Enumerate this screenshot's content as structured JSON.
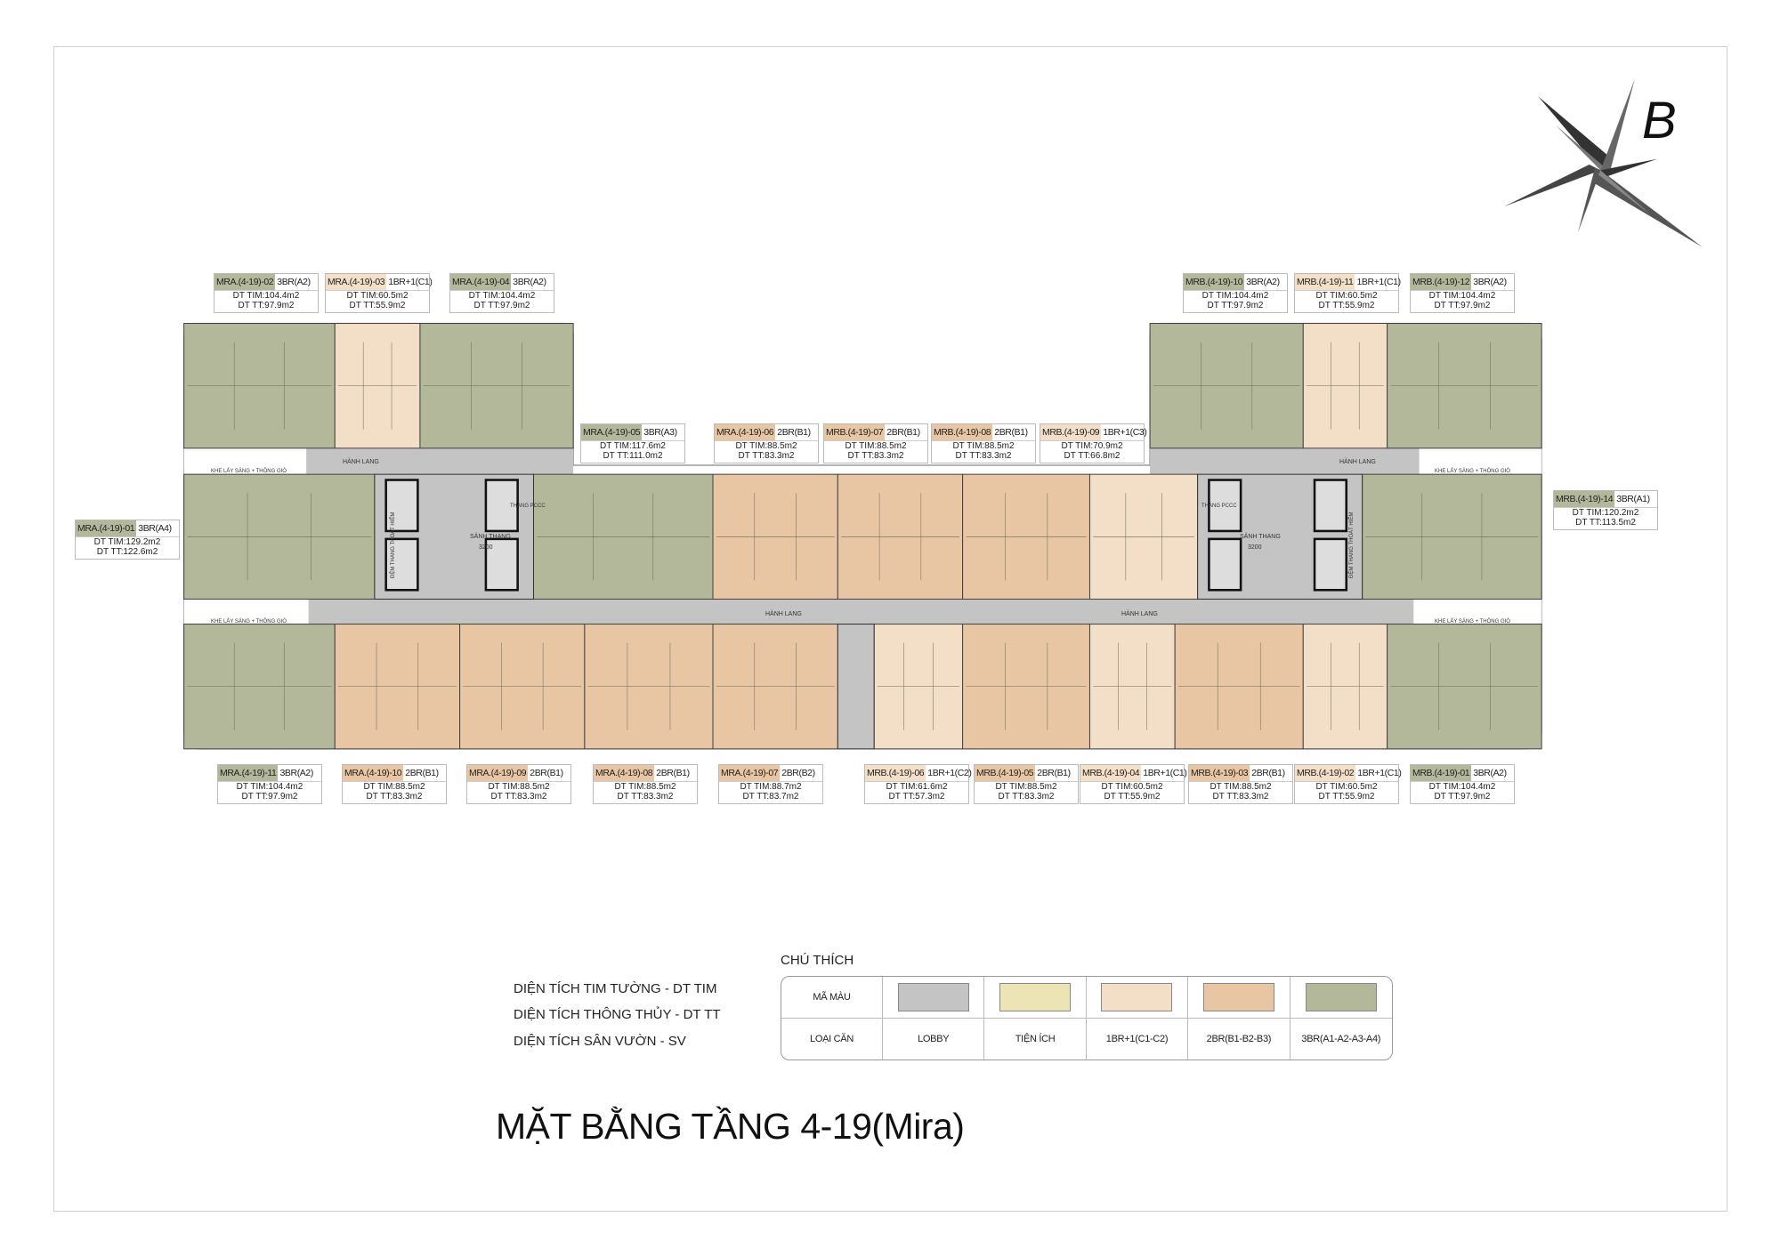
{
  "compass": {
    "letter": "B"
  },
  "unit_labels": [
    {
      "code": "MRA.(4-19)-02",
      "type": "3BR(A2)",
      "dt_tim": "DT TIM:104.4m2",
      "dt_tt": "DT TT:97.9m2"
    },
    {
      "code": "MRA.(4-19)-03",
      "type": "1BR+1(C1)",
      "dt_tim": "DT TIM:60.5m2",
      "dt_tt": "DT TT:55.9m2"
    },
    {
      "code": "MRA.(4-19)-04",
      "type": "3BR(A2)",
      "dt_tim": "DT TIM:104.4m2",
      "dt_tt": "DT TT:97.9m2"
    },
    {
      "code": "MRB.(4-19)-10",
      "type": "3BR(A2)",
      "dt_tim": "DT TIM:104.4m2",
      "dt_tt": "DT TT:97.9m2"
    },
    {
      "code": "MRB.(4-19)-11",
      "type": "1BR+1(C1)",
      "dt_tim": "DT TIM:60.5m2",
      "dt_tt": "DT TT:55.9m2"
    },
    {
      "code": "MRB.(4-19)-12",
      "type": "3BR(A2)",
      "dt_tim": "DT TIM:104.4m2",
      "dt_tt": "DT TT:97.9m2"
    },
    {
      "code": "MRA.(4-19)-05",
      "type": "3BR(A3)",
      "dt_tim": "DT TIM:117.6m2",
      "dt_tt": "DT TT:111.0m2"
    },
    {
      "code": "MRA.(4-19)-06",
      "type": "2BR(B1)",
      "dt_tim": "DT TIM:88.5m2",
      "dt_tt": "DT TT:83.3m2"
    },
    {
      "code": "MRB.(4-19)-07",
      "type": "2BR(B1)",
      "dt_tim": "DT TIM:88.5m2",
      "dt_tt": "DT TT:83.3m2"
    },
    {
      "code": "MRB.(4-19)-08",
      "type": "2BR(B1)",
      "dt_tim": "DT TIM:88.5m2",
      "dt_tt": "DT TT:83.3m2"
    },
    {
      "code": "MRB.(4-19)-09",
      "type": "1BR+1(C3)",
      "dt_tim": "DT TIM:70.9m2",
      "dt_tt": "DT TT:66.8m2"
    },
    {
      "code": "MRA.(4-19)-01",
      "type": "3BR(A4)",
      "dt_tim": "DT TIM:129.2m2",
      "dt_tt": "DT TT:122.6m2"
    },
    {
      "code": "MRB.(4-19)-14",
      "type": "3BR(A1)",
      "dt_tim": "DT TIM:120.2m2",
      "dt_tt": "DT TT:113.5m2"
    },
    {
      "code": "MRA.(4-19)-11",
      "type": "3BR(A2)",
      "dt_tim": "DT TIM:104.4m2",
      "dt_tt": "DT TT:97.9m2"
    },
    {
      "code": "MRA.(4-19)-10",
      "type": "2BR(B1)",
      "dt_tim": "DT TIM:88.5m2",
      "dt_tt": "DT TT:83.3m2"
    },
    {
      "code": "MRA.(4-19)-09",
      "type": "2BR(B1)",
      "dt_tim": "DT TIM:88.5m2",
      "dt_tt": "DT TT:83.3m2"
    },
    {
      "code": "MRA.(4-19)-08",
      "type": "2BR(B1)",
      "dt_tim": "DT TIM:88.5m2",
      "dt_tt": "DT TT:83.3m2"
    },
    {
      "code": "MRA.(4-19)-07",
      "type": "2BR(B2)",
      "dt_tim": "DT TIM:88.7m2",
      "dt_tt": "DT TT:83.7m2"
    },
    {
      "code": "MRB.(4-19)-06",
      "type": "1BR+1(C2)",
      "dt_tim": "DT TIM:61.6m2",
      "dt_tt": "DT TT:57.3m2"
    },
    {
      "code": "MRB.(4-19)-05",
      "type": "2BR(B1)",
      "dt_tim": "DT TIM:88.5m2",
      "dt_tt": "DT TT:83.3m2"
    },
    {
      "code": "MRB.(4-19)-04",
      "type": "1BR+1(C1)",
      "dt_tim": "DT TIM:60.5m2",
      "dt_tt": "DT TT:55.9m2"
    },
    {
      "code": "MRB.(4-19)-03",
      "type": "2BR(B1)",
      "dt_tim": "DT TIM:88.5m2",
      "dt_tt": "DT TT:83.3m2"
    },
    {
      "code": "MRB.(4-19)-02",
      "type": "1BR+1(C1)",
      "dt_tim": "DT TIM:60.5m2",
      "dt_tt": "DT TT:55.9m2"
    },
    {
      "code": "MRB.(4-19)-01",
      "type": "3BR(A2)",
      "dt_tim": "DT TIM:104.4m2",
      "dt_tt": "DT TT:97.9m2"
    }
  ],
  "plan_text": {
    "corridor": "HÀNH LANG",
    "light_well": "KHE LẤY SÁNG + THÔNG GIÓ",
    "elevator_lobby": "SẢNH THANG",
    "lobby_width": "3200",
    "fire_elevator": "THANG PCCC",
    "escape_stair": "ĐỆM THANG THOÁT HIỂM"
  },
  "abbreviations": [
    "DIỆN TÍCH TIM TƯỜNG    - DT TIM",
    "DIỆN TÍCH THÔNG THỦY - DT TT",
    "DIỆN TÍCH SÂN VƯỜN     - SV"
  ],
  "legend": {
    "title": "CHÚ THÍCH",
    "row1_label": "MÃ MÀU",
    "row2_label": "LOẠI CĂN",
    "items": [
      {
        "label": "LOBBY",
        "color": "#c4c4c4"
      },
      {
        "label": "TIỆN ÍCH",
        "color": "#ece4b4"
      },
      {
        "label": "1BR+1(C1-C2)",
        "color": "#f3dfc8"
      },
      {
        "label": "2BR(B1-B2-B3)",
        "color": "#e8c6a4"
      },
      {
        "label": "3BR(A1-A2-A3-A4)",
        "color": "#b3b89b"
      }
    ]
  },
  "title": "MẶT BẰNG TẦNG 4-19(Mira)"
}
